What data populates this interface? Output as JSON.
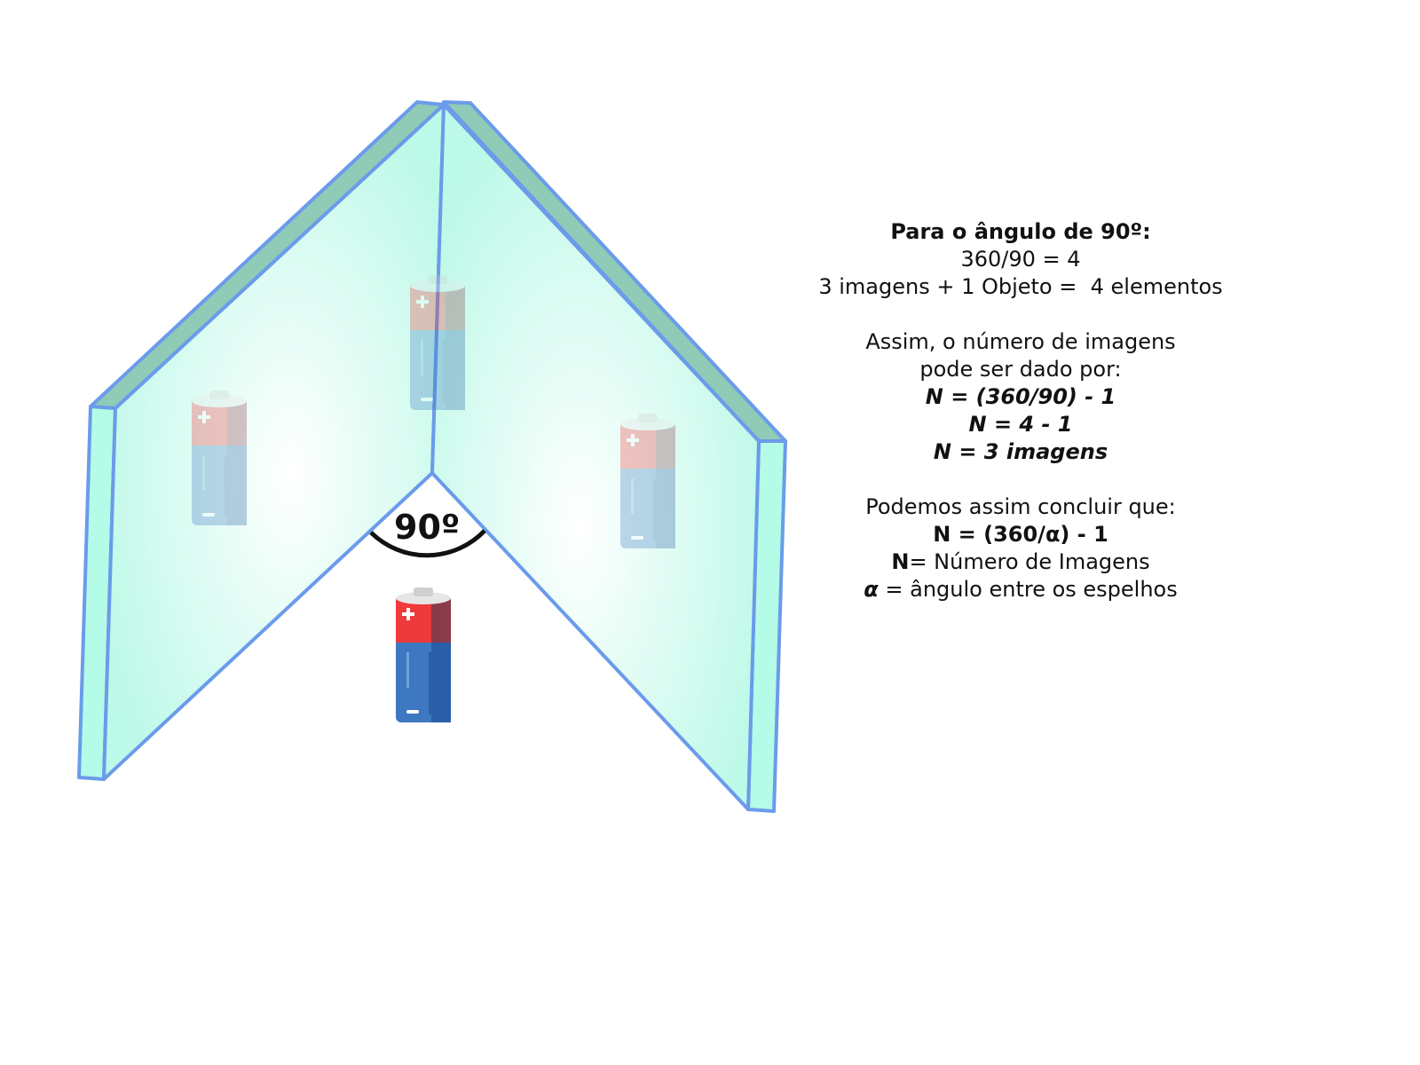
{
  "diagram": {
    "angle_label": "90º",
    "mirror_angle_deg": 90,
    "colors": {
      "mirror_fill": "#c4fbeb",
      "mirror_stroke": "#6b9bea",
      "mirror_edge": "#8fcbb6",
      "battery_red": "#ef3a3c",
      "battery_blue": "#3d78c0"
    }
  },
  "text": {
    "title": "Para o ângulo de 90º:",
    "line1": "360/90 = 4",
    "line2": "3 imagens + 1 Objeto =  4 elementos",
    "line3": "Assim, o número de imagens",
    "line4": "pode ser dado por:",
    "eq1": "N = (360/90) - 1",
    "eq2": "N = 4 - 1",
    "eq3": "N = 3 imagens",
    "line5": "Podemos assim concluir que:",
    "formula": "N = (360/α) - 1",
    "def_n_sym": "N",
    "def_n": "= Número de Imagens",
    "def_a_sym": "α",
    "def_a": " = ângulo entre os espelhos"
  }
}
